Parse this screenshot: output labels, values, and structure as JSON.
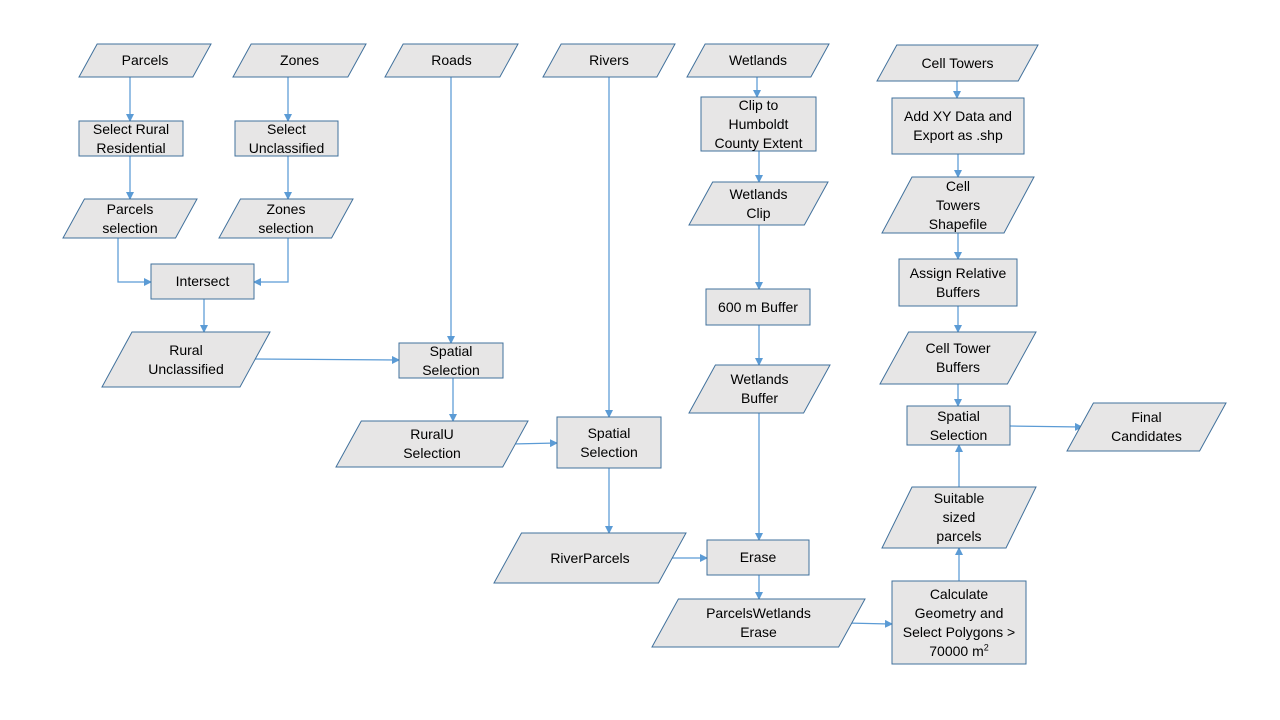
{
  "diagram": {
    "type": "flowchart",
    "colors": {
      "fill": "#e7e6e6",
      "stroke": "#41719c",
      "arrow": "#5b9bd5",
      "text": "#000000"
    },
    "nodes": {
      "parcels": {
        "shape": "data",
        "label": "Parcels"
      },
      "zones": {
        "shape": "data",
        "label": "Zones"
      },
      "roads": {
        "shape": "data",
        "label": "Roads"
      },
      "rivers": {
        "shape": "data",
        "label": "Rivers"
      },
      "wetlands": {
        "shape": "data",
        "label": "Wetlands"
      },
      "cell_towers": {
        "shape": "data",
        "label": "Cell Towers"
      },
      "select_rural_residential": {
        "shape": "process",
        "label": "Select Rural\nResidential"
      },
      "select_unclassified": {
        "shape": "process",
        "label": "Select\nUnclassified"
      },
      "clip_humboldt": {
        "shape": "process",
        "label": "Clip to\nHumboldt\nCounty Extent"
      },
      "add_xy": {
        "shape": "process",
        "label": "Add XY Data and\nExport as .shp"
      },
      "parcels_selection": {
        "shape": "data",
        "label": "Parcels\nselection"
      },
      "zones_selection": {
        "shape": "data",
        "label": "Zones\nselection"
      },
      "wetlands_clip": {
        "shape": "data",
        "label": "Wetlands\nClip"
      },
      "cell_towers_shapefile": {
        "shape": "data",
        "label": "Cell\nTowers\nShapefile"
      },
      "intersect": {
        "shape": "process",
        "label": "Intersect"
      },
      "buffer_600": {
        "shape": "process",
        "label": "600 m Buffer"
      },
      "assign_buffers": {
        "shape": "process",
        "label": "Assign Relative\nBuffers"
      },
      "rural_unclassified": {
        "shape": "data",
        "label": "Rural\nUnclassified"
      },
      "spatial_selection_1": {
        "shape": "process",
        "label": "Spatial\nSelection"
      },
      "cell_tower_buffers": {
        "shape": "data",
        "label": "Cell Tower\nBuffers"
      },
      "wetlands_buffer": {
        "shape": "data",
        "label": "Wetlands\nBuffer"
      },
      "spatial_selection_3": {
        "shape": "process",
        "label": "Spatial\nSelection"
      },
      "final_candidates": {
        "shape": "data",
        "label": "Final\nCandidates"
      },
      "ruralu_selection": {
        "shape": "data",
        "label": "RuralU\nSelection"
      },
      "spatial_selection_2": {
        "shape": "process",
        "label": "Spatial\nSelection"
      },
      "suitable_parcels": {
        "shape": "data",
        "label": "Suitable\nsized\nparcels"
      },
      "river_parcels": {
        "shape": "data",
        "label": "RiverParcels"
      },
      "erase": {
        "shape": "process",
        "label": "Erase"
      },
      "parcels_wetlands_erase": {
        "shape": "data",
        "label": "ParcelsWetlands\nErase"
      },
      "calc_geometry": {
        "shape": "process",
        "label": "Calculate\nGeometry  and\nSelect Polygons >\n70000 m",
        "label_superscript": "2"
      }
    },
    "edges": [
      {
        "from": "parcels",
        "to": "select_rural_residential"
      },
      {
        "from": "select_rural_residential",
        "to": "parcels_selection"
      },
      {
        "from": "parcels_selection",
        "to": "intersect"
      },
      {
        "from": "zones",
        "to": "select_unclassified"
      },
      {
        "from": "select_unclassified",
        "to": "zones_selection"
      },
      {
        "from": "zones_selection",
        "to": "intersect"
      },
      {
        "from": "intersect",
        "to": "rural_unclassified"
      },
      {
        "from": "rural_unclassified",
        "to": "spatial_selection_1"
      },
      {
        "from": "roads",
        "to": "spatial_selection_1"
      },
      {
        "from": "spatial_selection_1",
        "to": "ruralu_selection"
      },
      {
        "from": "ruralu_selection",
        "to": "spatial_selection_2"
      },
      {
        "from": "rivers",
        "to": "spatial_selection_2"
      },
      {
        "from": "spatial_selection_2",
        "to": "river_parcels"
      },
      {
        "from": "river_parcels",
        "to": "erase"
      },
      {
        "from": "wetlands",
        "to": "clip_humboldt"
      },
      {
        "from": "clip_humboldt",
        "to": "wetlands_clip"
      },
      {
        "from": "wetlands_clip",
        "to": "buffer_600"
      },
      {
        "from": "buffer_600",
        "to": "wetlands_buffer"
      },
      {
        "from": "wetlands_buffer",
        "to": "erase"
      },
      {
        "from": "erase",
        "to": "parcels_wetlands_erase"
      },
      {
        "from": "parcels_wetlands_erase",
        "to": "calc_geometry"
      },
      {
        "from": "calc_geometry",
        "to": "suitable_parcels"
      },
      {
        "from": "suitable_parcels",
        "to": "spatial_selection_3"
      },
      {
        "from": "cell_towers",
        "to": "add_xy"
      },
      {
        "from": "add_xy",
        "to": "cell_towers_shapefile"
      },
      {
        "from": "cell_towers_shapefile",
        "to": "assign_buffers"
      },
      {
        "from": "assign_buffers",
        "to": "cell_tower_buffers"
      },
      {
        "from": "cell_tower_buffers",
        "to": "spatial_selection_3"
      },
      {
        "from": "spatial_selection_3",
        "to": "final_candidates"
      }
    ]
  }
}
